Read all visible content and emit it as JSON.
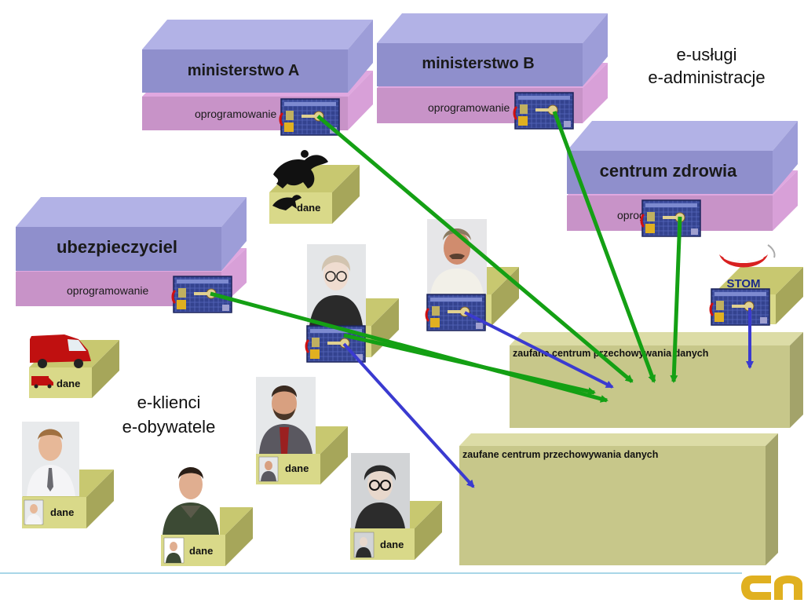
{
  "institutions": {
    "ministry_a": {
      "title": "ministerstwo A",
      "software": "oprogramowanie"
    },
    "ministry_b": {
      "title": "ministerstwo B",
      "software": "oprogramowanie"
    },
    "health_center": {
      "title": "centrum zdrowia",
      "software": "oprogramowanie"
    },
    "insurer": {
      "title": "ubezpieczyciel",
      "software": "oprogramowanie"
    }
  },
  "labels": {
    "services_line1": "e-usługi",
    "services_line2": "e-administracje",
    "clients_line1": "e-klienci",
    "clients_line2": "e-obywatele"
  },
  "data_centers": {
    "upper": "zaufane centrum przechowywania danych",
    "lower": "zaufane centrum przechowywania danych"
  },
  "data_label": "dane",
  "stom_logo": "STOM",
  "colors": {
    "block_top": "#a9a8e0",
    "block_front": "#8f8fcc",
    "software_front": "#c893c8",
    "software_top": "#e0a8e0",
    "data_box": "#c7c78a",
    "data_box_side": "#a3a36a",
    "data_box_top": "#dcdca6",
    "small_box_front": "#d9d989",
    "small_box_side": "#a6a65a",
    "green_arrow": "#14a014",
    "blue_arrow": "#3a3ad0",
    "card": "#3b4a9a",
    "footer_line": "#a9d6e8",
    "logo": "#e0b020"
  },
  "icons": [
    "smart-card-icon",
    "horse-rider-icon",
    "delivery-van-icon",
    "person-photo-icon",
    "stom-logo-icon",
    "company-logo-icon"
  ]
}
